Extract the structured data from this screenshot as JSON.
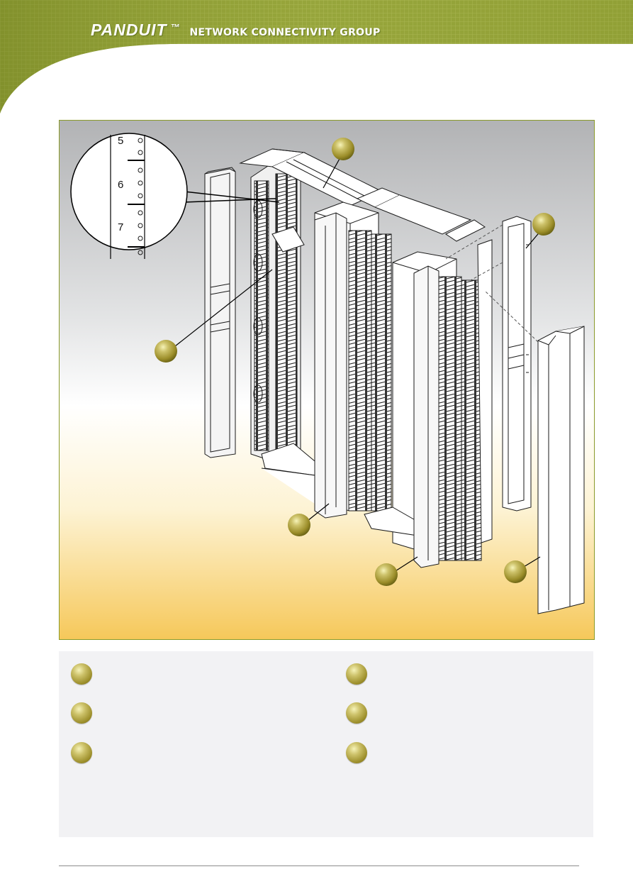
{
  "header": {
    "brand_name": "PANDUIT",
    "trademark": "™",
    "group_name": "NETWORK CONNECTIVITY GROUP"
  },
  "figure": {
    "detail_labels": [
      "5",
      "6",
      "7"
    ],
    "callouts": [
      "",
      "",
      "",
      "",
      "",
      ""
    ]
  },
  "legend": {
    "items": [
      {
        "label": ""
      },
      {
        "label": ""
      },
      {
        "label": ""
      },
      {
        "label": ""
      },
      {
        "label": ""
      },
      {
        "label": ""
      }
    ]
  },
  "colors": {
    "header_green": "#8a9a2a",
    "callout_gold": "#b0a040",
    "frame_border": "#8a9a2a",
    "legend_bg": "#f2f2f4"
  },
  "icons": [
    "callout-ball-icon"
  ]
}
